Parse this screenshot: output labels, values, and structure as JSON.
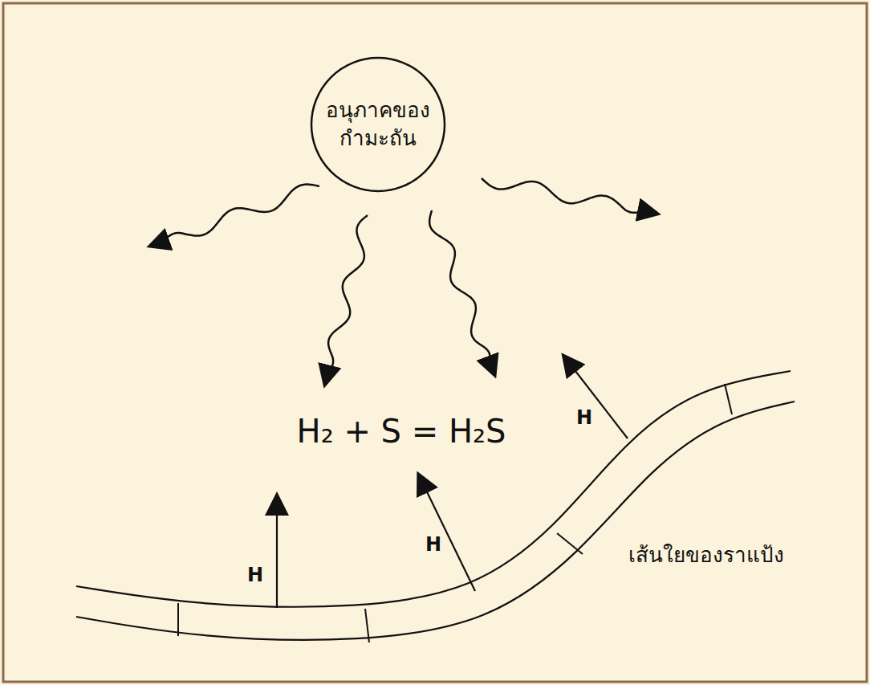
{
  "diagram": {
    "nodes": [
      {
        "text": [
          "อนุภาคของ กำมะถัน"
        ]
      }
    ],
    "labels": [
      "H₂ + S = H₂S",
      "H",
      "H",
      "H",
      "เส้นใยของราแป้ง"
    ]
  }
}
